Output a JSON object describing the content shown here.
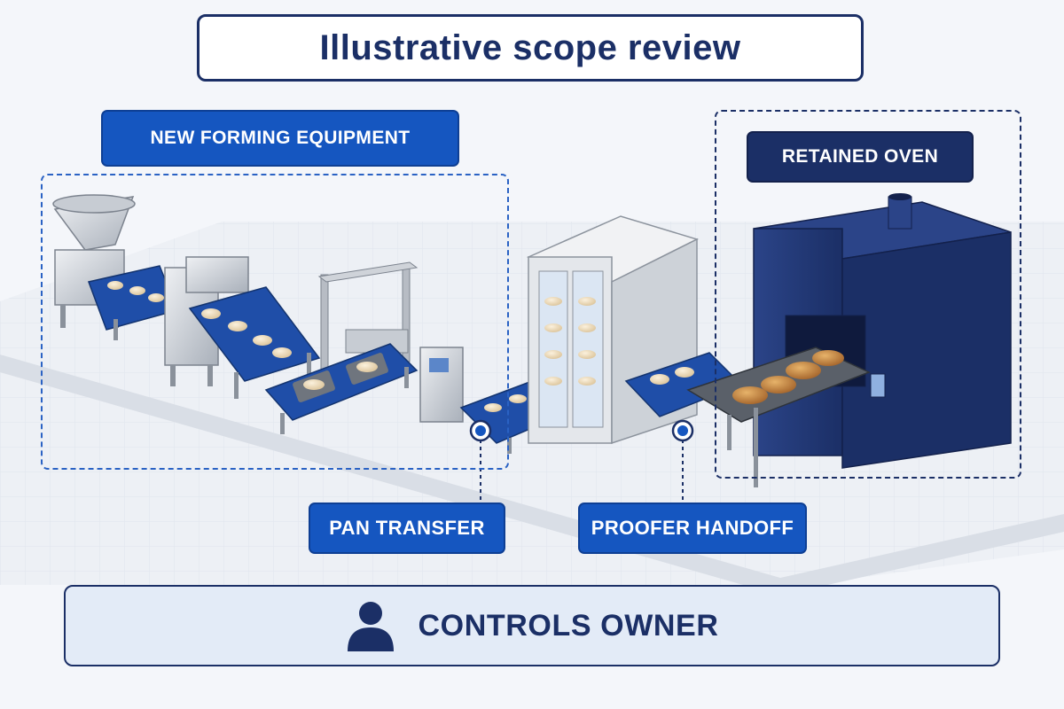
{
  "title": "Illustrative scope review",
  "labels": {
    "forming": "NEW FORMING EQUIPMENT",
    "oven": "RETAINED OVEN",
    "pan_transfer": "PAN TRANSFER",
    "proofer_handoff": "PROOFER HANDOFF",
    "controls_owner": "CONTROLS OWNER"
  },
  "icons": {
    "controls": "person-icon",
    "handoff_points": "connection-dot-icon"
  },
  "colors": {
    "navy": "#1b2f66",
    "blue": "#1556c0",
    "floor": "#e9edf3",
    "panel": "#e3ebf7"
  }
}
